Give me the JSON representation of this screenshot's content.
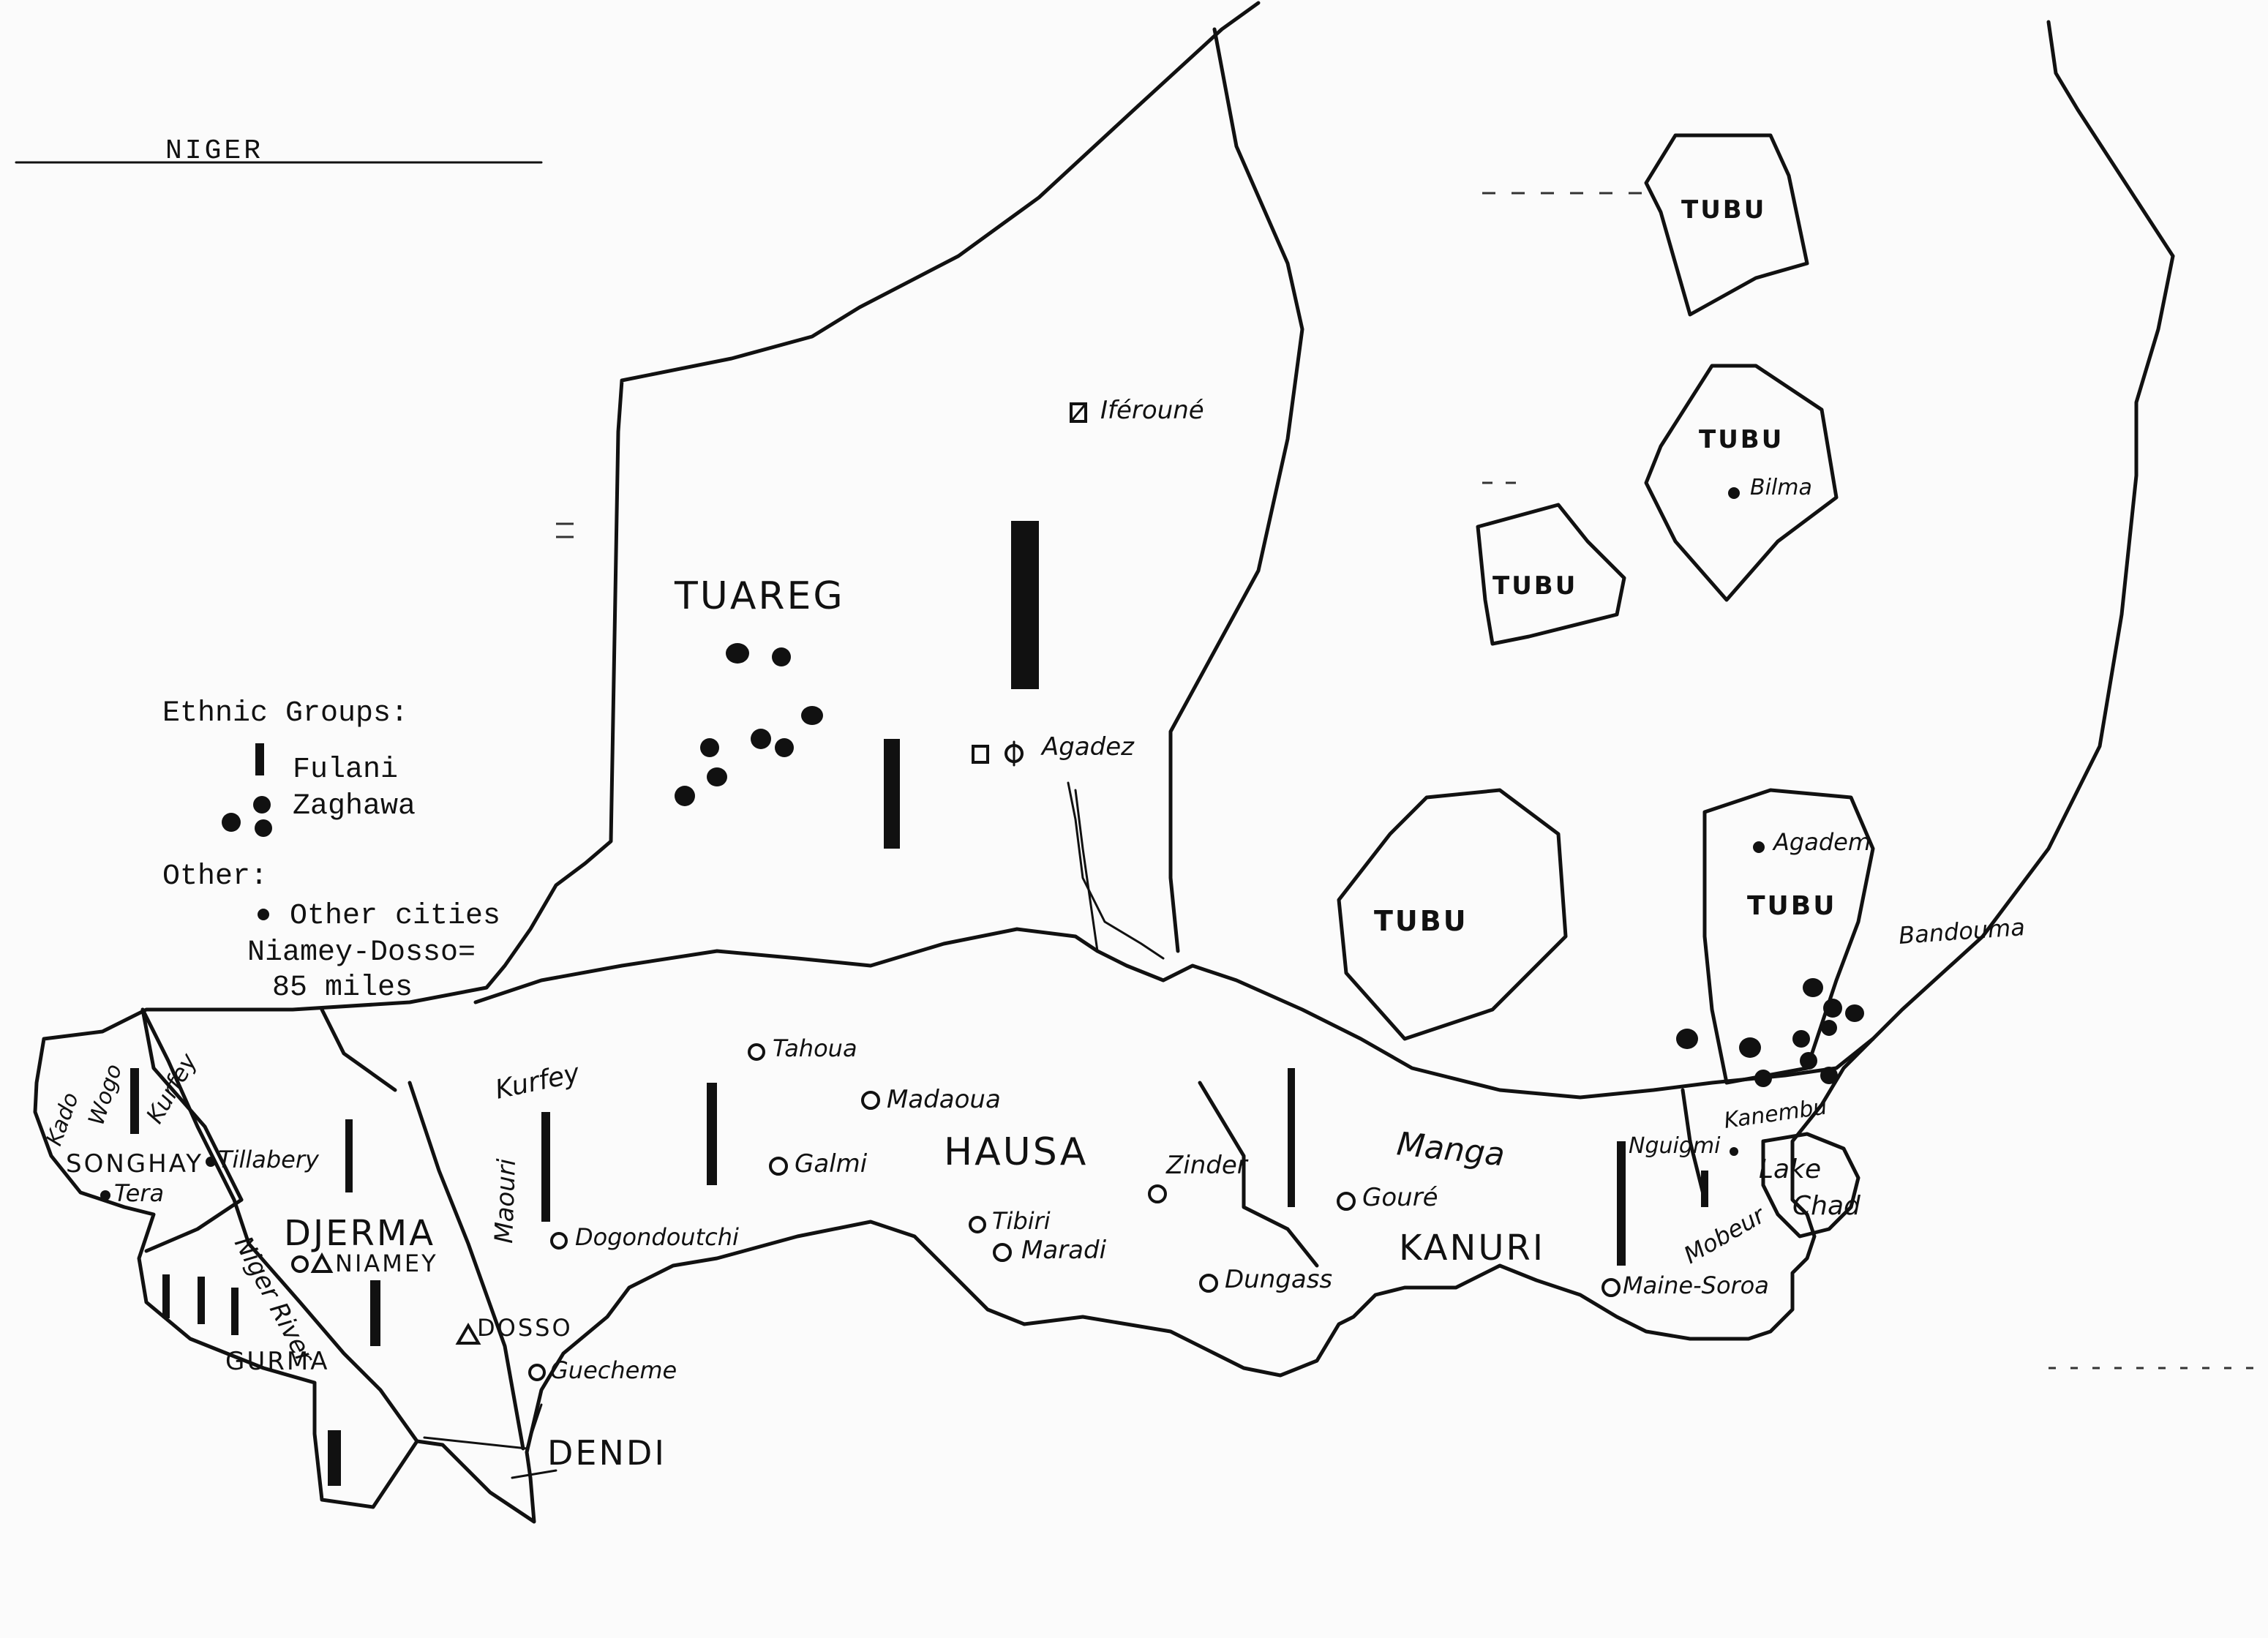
{
  "title": "NIGER",
  "legend": {
    "heading": "Ethnic Groups:",
    "items": [
      {
        "symbol": "bar",
        "label": "Fulani"
      },
      {
        "symbol": "dots",
        "label": "Zaghawa"
      }
    ],
    "other_heading": "Other:",
    "other_items": [
      {
        "symbol": "dot",
        "label": "Other cities"
      }
    ],
    "scale_line1": "Niamey-Dosso=",
    "scale_line2": "85 miles"
  },
  "ethnic_regions": {
    "tuareg": "TUAREG",
    "tubu_1": "TUBU",
    "tubu_2": "TUBU",
    "tubu_3": "TUBU",
    "tubu_4": "TUBU",
    "tubu_5": "TUBU",
    "hausa": "HAUSA",
    "djerma": "DJERMA",
    "kanuri": "KANURI",
    "manga": "Manga",
    "songhay": "SONGHAY",
    "gurma": "GURMA",
    "dendi": "DENDI",
    "kurfey_east": "Kurfey",
    "kurfey_west": "Kurfey",
    "kado": "Kado",
    "wogo": "Wogo",
    "maouri": "Maouri",
    "kanembu": "Kanembu",
    "mobeur": "Mobeur"
  },
  "water": {
    "niger_river": "Niger River",
    "lake": "Lake",
    "lake_2": "Chad"
  },
  "places": {
    "iferouane": "Iférouné",
    "bilma": "Bilma",
    "agadez": "Agadez",
    "agadem": "Agadem",
    "bandouma": "Bandouma",
    "tahoua": "Tahoua",
    "madaoua": "Madaoua",
    "galmi": "Galmi",
    "tillabery": "Tillabery",
    "tera": "Tera",
    "niamey": "NIAMEY",
    "dosso": "DOSSO",
    "guecheme": "Guecheme",
    "dogondoutchi": "Dogondoutchi",
    "tibiri": "Tibiri",
    "maradi": "Maradi",
    "zinder": "Zinder",
    "goure": "Gouré",
    "dungass": "Dungass",
    "nguigmi": "Nguigmi",
    "maine_soroa": "Maine-Soroa"
  }
}
